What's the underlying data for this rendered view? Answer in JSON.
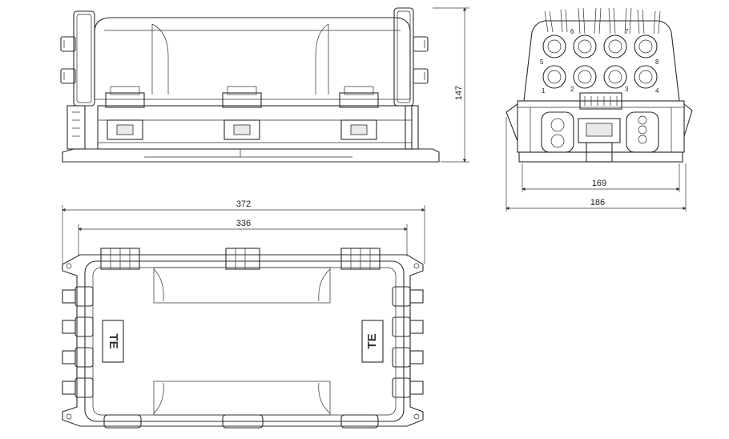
{
  "dimensions": {
    "height_side": "147",
    "width_inner_end": "169",
    "width_outer_end": "186",
    "length_overall": "372",
    "length_inner": "336"
  },
  "port_numbers": [
    "1",
    "2",
    "3",
    "4",
    "5",
    "6",
    "7",
    "8"
  ],
  "logo_text": "TE",
  "colors": {
    "line": "#2b2b2b",
    "background": "#ffffff"
  }
}
